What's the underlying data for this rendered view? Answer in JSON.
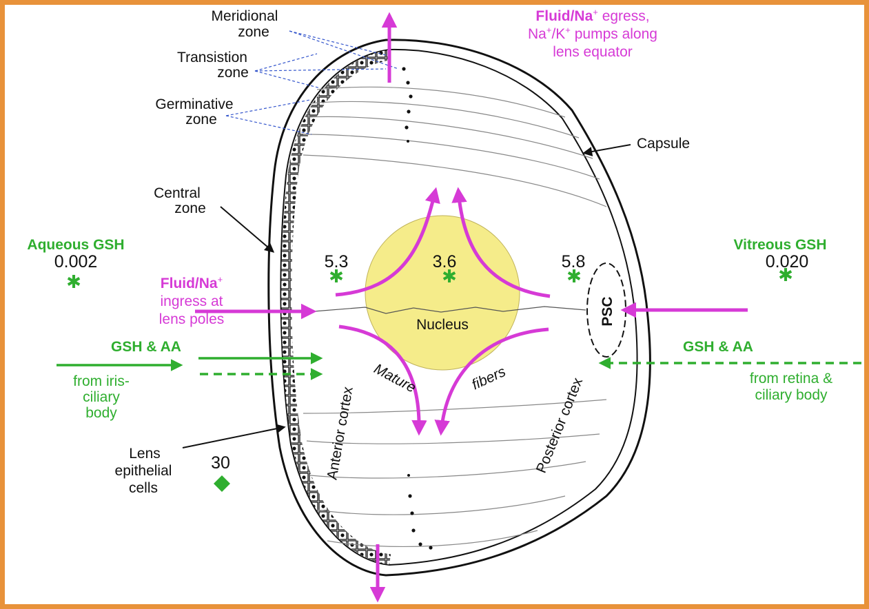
{
  "labels": {
    "meridional_l1": "Meridional",
    "meridional_l2": "zone",
    "transition_l1": "Transistion",
    "transition_l2": "zone",
    "germinative_l1": "Germinative",
    "germinative_l2": "zone",
    "central_l1": "Central",
    "central_l2": "zone",
    "capsule": "Capsule",
    "lens_epi_l1": "Lens",
    "lens_epi_l2": "epithelial",
    "lens_epi_l3": "cells",
    "nucleus": "Nucleus",
    "mature": "Mature",
    "fibers": "fibers",
    "anterior_cortex": "Anterior cortex",
    "posterior_cortex": "Posterior cortex",
    "psc": "PSC"
  },
  "egress": {
    "line1_bold": "Fluid/Na",
    "line1_sup": "+",
    "line1_rest": " egress,",
    "line2_a": "Na",
    "line2_sup1": "+",
    "line2_b": "/K",
    "line2_sup2": "+",
    "line2_c": " pumps along",
    "line3": "lens equator"
  },
  "ingress": {
    "line1_bold": "Fluid/Na",
    "line1_sup": "+",
    "line2": "ingress at",
    "line3": "lens poles"
  },
  "aqueous": {
    "title": "Aqueous GSH",
    "value": "0.002"
  },
  "vitreous": {
    "title": "Vitreous GSH",
    "value": "0.020"
  },
  "values": {
    "anterior": "5.3",
    "nucleus": "3.6",
    "posterior": "5.8",
    "epithelial": "30"
  },
  "left_gsh": {
    "title": "GSH & AA",
    "l1": "from iris-",
    "l2": "ciliary",
    "l3": "body"
  },
  "right_gsh": {
    "title": "GSH & AA",
    "l1": "from retina &",
    "l2": "ciliary body"
  },
  "colors": {
    "frame": "#e8923a",
    "magenta": "#d63ad6",
    "green": "#2fae2f",
    "nucleus_fill": "#f5ec8a",
    "line": "#111111"
  }
}
